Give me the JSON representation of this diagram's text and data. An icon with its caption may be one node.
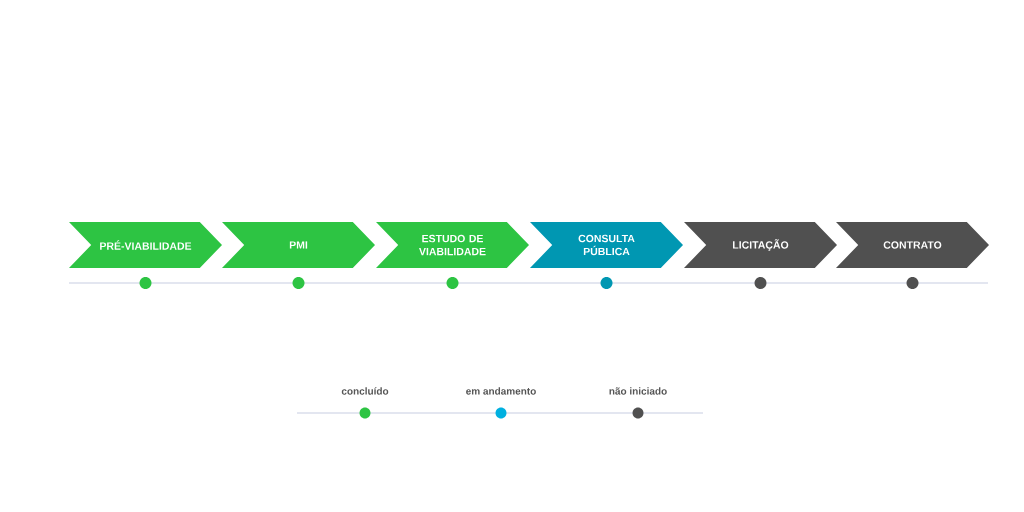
{
  "diagram": {
    "nodes": [
      {
        "text": [
          "PRÉ-VIABILIDADE"
        ]
      },
      {
        "text": [
          "PMI"
        ]
      },
      {
        "text": [
          "ESTUDO DE VIABILIDADE"
        ]
      },
      {
        "text": [
          "CONSULTA PÚBLICA"
        ]
      },
      {
        "text": [
          "LICITAÇÃO"
        ]
      },
      {
        "text": [
          "CONTRATO"
        ]
      }
    ],
    "legend": [
      {
        "text": "concluído",
        "color": "#2dc443"
      },
      {
        "text": "em andamento",
        "color": "#00b0e0"
      },
      {
        "text": "não iniciado",
        "color": "#505050"
      }
    ]
  }
}
